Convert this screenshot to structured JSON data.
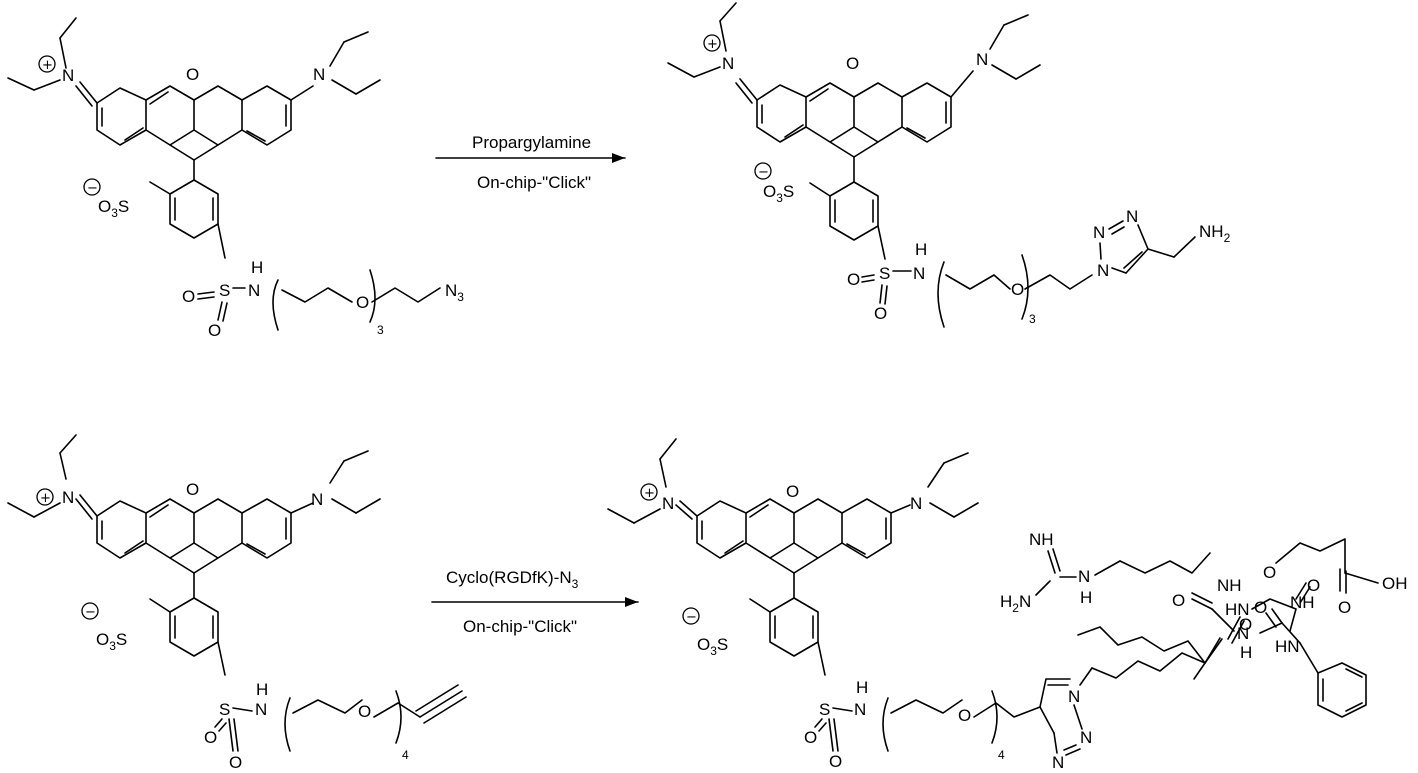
{
  "reaction_1": {
    "reagent": "Propargylamine",
    "conditions": "On-chip-\"Click\"",
    "reactant": {
      "iminium": "N",
      "amine": "N",
      "xanthene_o": "O",
      "sulfonate_o": "O",
      "sulfonate_sub": "3",
      "sulfonate_s": "S",
      "sulfonyl_s": "S",
      "sulfonyl_o1": "O",
      "sulfonyl_o2": "O",
      "nh": "H",
      "nh_n": "N",
      "peg_o": "O",
      "repeat": "3",
      "azide": "N",
      "azide_sub": "3"
    },
    "product": {
      "iminium": "N",
      "amine": "N",
      "xanthene_o": "O",
      "sulfonate_o": "O",
      "sulfonate_sub": "3",
      "sulfonate_s": "S",
      "sulfonyl_s": "S",
      "sulfonyl_o1": "O",
      "sulfonyl_o2": "O",
      "nh": "H",
      "nh_n": "N",
      "peg_o": "O",
      "repeat": "3",
      "triazole_n1": "N",
      "triazole_n2": "N",
      "triazole_n3": "N",
      "amine_end": "NH",
      "amine_end_sub": "2"
    }
  },
  "reaction_2": {
    "reagent": "Cyclo(RGDfK)-N",
    "reagent_sub": "3",
    "conditions": "On-chip-\"Click\"",
    "reactant": {
      "iminium": "N",
      "amine": "N",
      "xanthene_o": "O",
      "sulfonate_o": "O",
      "sulfonate_sub": "3",
      "sulfonate_s": "S",
      "sulfonyl_s": "S",
      "sulfonyl_o1": "O",
      "sulfonyl_o2": "O",
      "nh": "H",
      "nh_n": "N",
      "peg_o": "O",
      "repeat": "4"
    },
    "product": {
      "iminium": "N",
      "amine": "N",
      "xanthene_o": "O",
      "sulfonate_o": "O",
      "sulfonate_sub": "3",
      "sulfonate_s": "S",
      "sulfonyl_s": "S",
      "sulfonyl_o1": "O",
      "sulfonyl_o2": "O",
      "nh": "H",
      "nh_n": "N",
      "peg_o": "O",
      "repeat": "4",
      "triazole_n1": "N",
      "triazole_n2": "N",
      "triazole_n3": "N",
      "peptide": {
        "hn_gly": "HN",
        "o_gly": "O",
        "hn_asp": "HN",
        "o_arg": "O",
        "nh_arg": "NH",
        "imine": "NH",
        "guan_nh": "N",
        "guan_h": "H",
        "guan_nh2": "H",
        "guan_nh2_sub": "2",
        "guan_nh2_n": "N",
        "o_asp": "O",
        "nh_asp": "NH",
        "cooh_o": "O",
        "cooh_oh": "OH",
        "o_lys": "O",
        "o_phe": "O",
        "nh_lys": "N",
        "h_lys": "H"
      }
    }
  },
  "charges": {
    "positive": "+",
    "negative": "−"
  }
}
